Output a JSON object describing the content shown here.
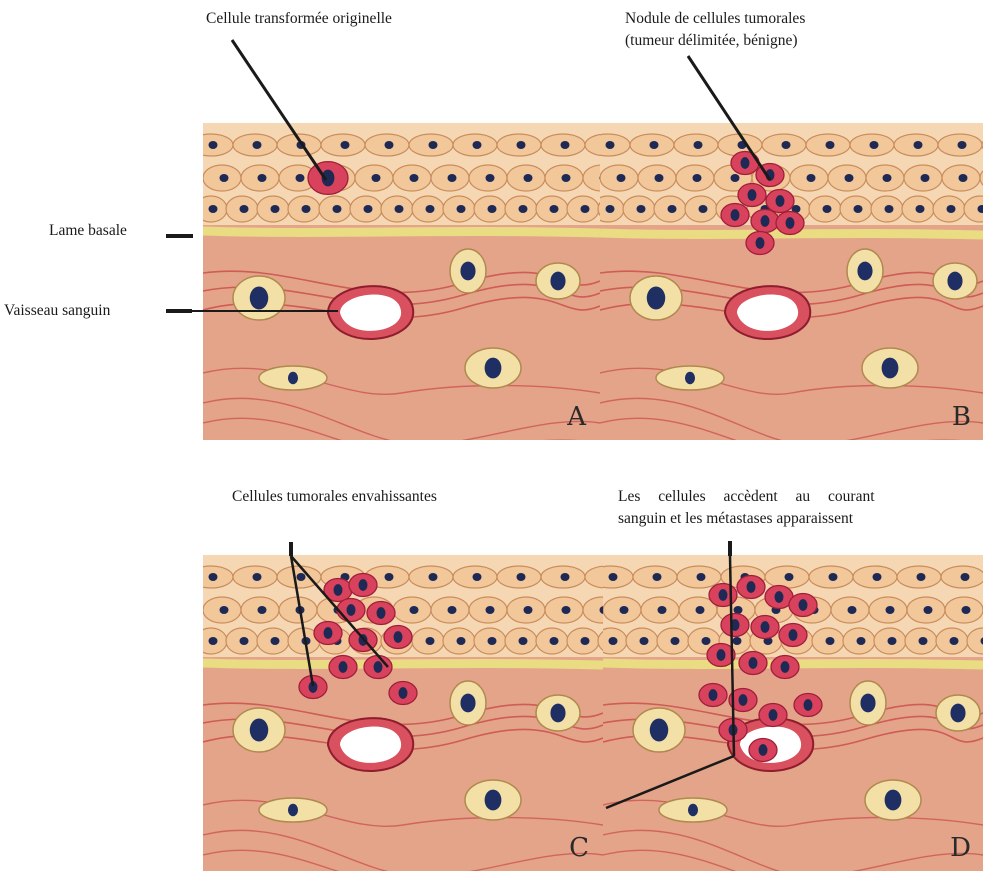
{
  "labels": {
    "cellule_originelle": "Cellule transformée originelle",
    "nodule_line1": "Nodule de cellules tumorales",
    "nodule_line2": "(tumeur délimitée, bénigne)",
    "lame_basale": "Lame basale",
    "vaisseau": "Vaisseau sanguin",
    "envahissantes": "Cellules tumorales envahissantes",
    "metastases_line1": "Les cellules accèdent au courant",
    "metastases_line2": "sanguin et les métastases apparaissent"
  },
  "panels": [
    {
      "letter": "A",
      "stage": "cellule transformée unique"
    },
    {
      "letter": "B",
      "stage": "nodule bénin"
    },
    {
      "letter": "C",
      "stage": "invasion"
    },
    {
      "letter": "D",
      "stage": "métastase"
    }
  ],
  "colors": {
    "epithelium": "#f2c79a",
    "epithelium_edge": "#c98d5c",
    "nucleus": "#1e2a55",
    "tumor": "#d9425c",
    "tumor_edge": "#9e1f3a",
    "basal_lamina": "#e9dc82",
    "stroma": "#e4a489",
    "fiber": "#c94a4a",
    "vessel_lumen": "#ffffff",
    "leader_line": "#1a1a1a"
  }
}
